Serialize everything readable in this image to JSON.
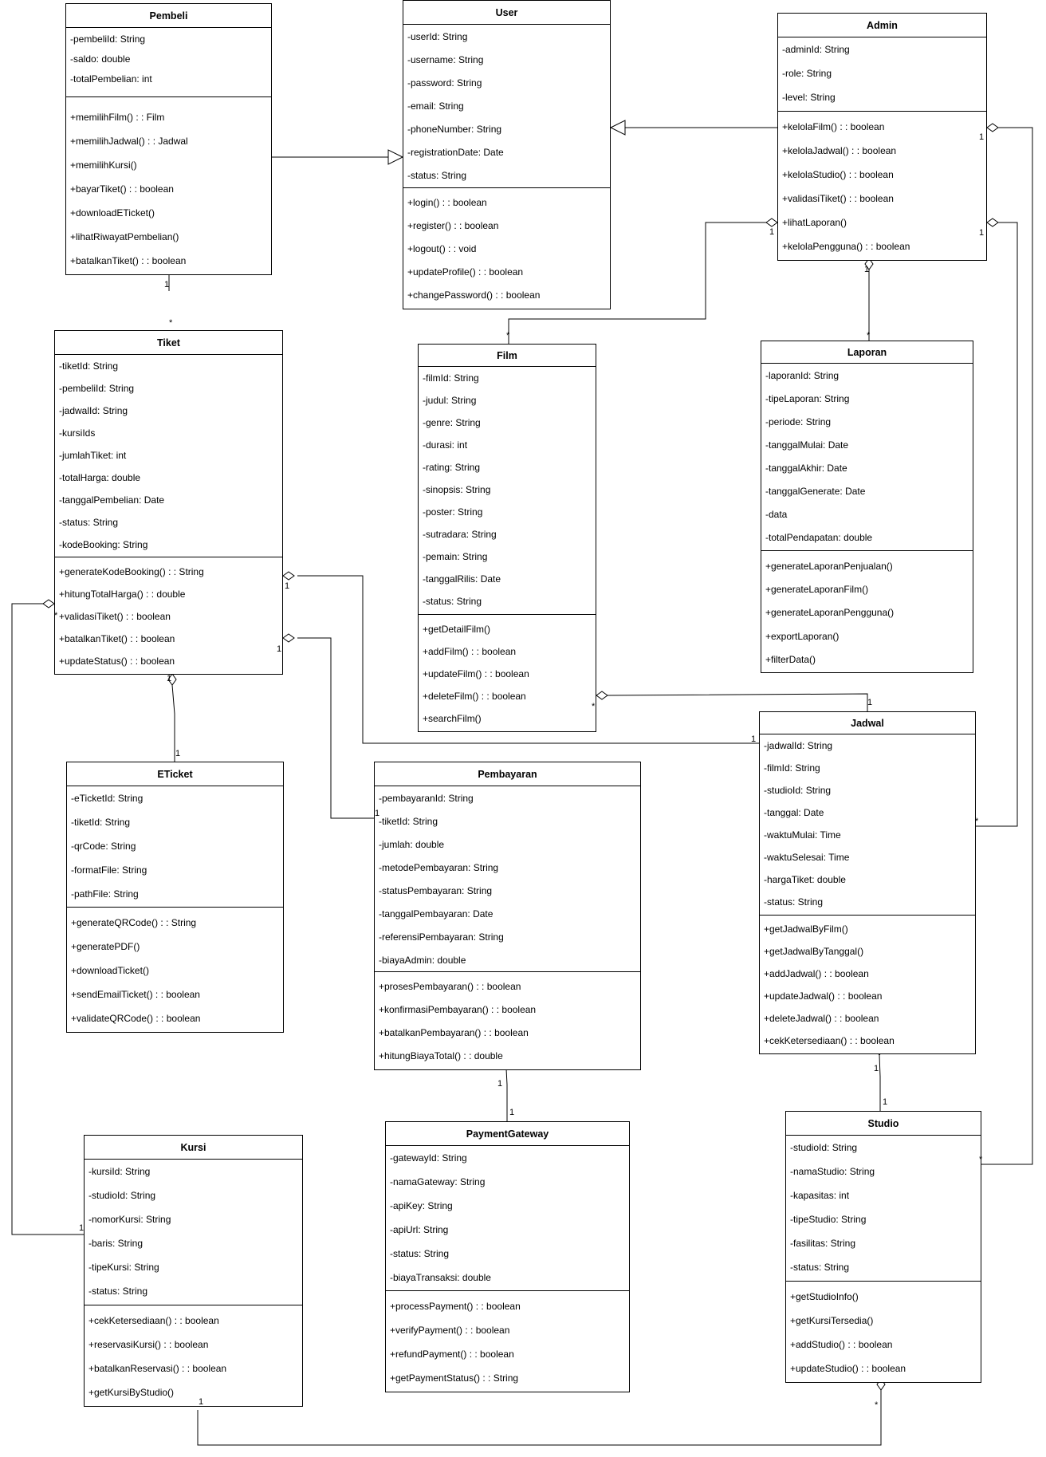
{
  "classes": [
    {
      "id": "pembeli",
      "name": "Pembeli",
      "attributes": [
        "-pembeliId: String",
        "-saldo: double",
        "-totalPembelian: int"
      ],
      "methods": [
        "+memilihFilm() : : Film",
        "+memilihJadwal() : : Jadwal",
        "+memilihKursi()",
        "+bayarTiket() : : boolean",
        "+downloadETicket()",
        "+lihatRiwayatPembelian()",
        "+batalkanTiket() : : boolean"
      ]
    },
    {
      "id": "user",
      "name": "User",
      "attributes": [
        "-userId: String",
        "-username: String",
        "-password: String",
        "-email: String",
        "-phoneNumber: String",
        "-registrationDate: Date",
        "-status: String"
      ],
      "methods": [
        "+login() : : boolean",
        "+register() : : boolean",
        "+logout() : : void",
        "+updateProfile() : : boolean",
        "+changePassword() : : boolean"
      ]
    },
    {
      "id": "admin",
      "name": "Admin",
      "attributes": [
        "-adminId: String",
        "-role: String",
        "-level: String"
      ],
      "methods": [
        "+kelolaFilm() : : boolean",
        "+kelolaJadwal() : : boolean",
        "+kelolaStudio() : : boolean",
        "+validasiTiket() : : boolean",
        "+lihatLaporan()",
        "+kelolaPengguna() : : boolean"
      ]
    },
    {
      "id": "tiket",
      "name": "Tiket",
      "attributes": [
        "-tiketId: String",
        "-pembeliId: String",
        "-jadwalId: String",
        "-kursiIds",
        "-jumlahTiket: int",
        "-totalHarga: double",
        "-tanggalPembelian: Date",
        "-status: String",
        "-kodeBooking: String"
      ],
      "methods": [
        "+generateKodeBooking() : : String",
        "+hitungTotalHarga() : : double",
        "+validasiTiket() : : boolean",
        "+batalkanTiket() : : boolean",
        "+updateStatus() : : boolean"
      ]
    },
    {
      "id": "film",
      "name": "Film",
      "attributes": [
        "-filmId: String",
        "-judul: String",
        "-genre: String",
        "-durasi: int",
        "-rating: String",
        "-sinopsis: String",
        "-poster: String",
        "-sutradara: String",
        "-pemain: String",
        "-tanggalRilis: Date",
        "-status: String"
      ],
      "methods": [
        "+getDetailFilm()",
        "+addFilm() : : boolean",
        "+updateFilm() : : boolean",
        "+deleteFilm() : : boolean",
        "+searchFilm()"
      ]
    },
    {
      "id": "laporan",
      "name": "Laporan",
      "attributes": [
        "-laporanId: String",
        "-tipeLaporan: String",
        "-periode: String",
        "-tanggalMulai: Date",
        "-tanggalAkhir: Date",
        "-tanggalGenerate: Date",
        "-data",
        "-totalPendapatan: double"
      ],
      "methods": [
        "+generateLaporanPenjualan()",
        "+generateLaporanFilm()",
        "+generateLaporanPengguna()",
        "+exportLaporan()",
        "+filterData()"
      ]
    },
    {
      "id": "jadwal",
      "name": "Jadwal",
      "attributes": [
        "-jadwalId: String",
        "-filmId: String",
        "-studioId: String",
        "-tanggal: Date",
        "-waktuMulai: Time",
        "-waktuSelesai: Time",
        "-hargaTiket: double",
        "-status: String"
      ],
      "methods": [
        "+getJadwalByFilm()",
        "+getJadwalByTanggal()",
        "+addJadwal() : : boolean",
        "+updateJadwal() : : boolean",
        "+deleteJadwal() : : boolean",
        "+cekKetersediaan() : : boolean"
      ]
    },
    {
      "id": "eticket",
      "name": "ETicket",
      "attributes": [
        "-eTicketId: String",
        "-tiketId: String",
        "-qrCode: String",
        "-formatFile: String",
        "-pathFile: String"
      ],
      "methods": [
        "+generateQRCode() : : String",
        "+generatePDF()",
        "+downloadTicket()",
        "+sendEmailTicket() : : boolean",
        "+validateQRCode() : : boolean"
      ]
    },
    {
      "id": "pembayaran",
      "name": "Pembayaran",
      "attributes": [
        "-pembayaranId: String",
        "-tiketId: String",
        "-jumlah: double",
        "-metodePembayaran: String",
        "-statusPembayaran: String",
        "-tanggalPembayaran: Date",
        "-referensiPembayaran: String",
        "-biayaAdmin: double"
      ],
      "methods": [
        "+prosesPembayaran() : : boolean",
        "+konfirmasiPembayaran() : : boolean",
        "+batalkanPembayaran() : : boolean",
        "+hitungBiayaTotal() : : double"
      ]
    },
    {
      "id": "kursi",
      "name": "Kursi",
      "attributes": [
        "-kursiId: String",
        "-studioId: String",
        "-nomorKursi: String",
        "-baris: String",
        "-tipeKursi: String",
        "-status: String"
      ],
      "methods": [
        "+cekKetersediaan() : : boolean",
        "+reservasiKursi() : : boolean",
        "+batalkanReservasi() : : boolean",
        "+getKursiByStudio()"
      ]
    },
    {
      "id": "paymentgateway",
      "name": "PaymentGateway",
      "attributes": [
        "-gatewayId: String",
        "-namaGateway: String",
        "-apiKey: String",
        "-apiUrl: String",
        "-status: String",
        "-biayaTransaksi: double"
      ],
      "methods": [
        "+processPayment() : : boolean",
        "+verifyPayment() : : boolean",
        "+refundPayment() : : boolean",
        "+getPaymentStatus() : : String"
      ]
    },
    {
      "id": "studio",
      "name": "Studio",
      "attributes": [
        "-studioId: String",
        "-namaStudio: String",
        "-kapasitas: int",
        "-tipeStudio: String",
        "-fasilitas: String",
        "-status: String"
      ],
      "methods": [
        "+getStudioInfo()",
        "+getKursiTersedia()",
        "+addStudio() : : boolean",
        "+updateStudio() : : boolean"
      ]
    }
  ],
  "relations": [
    {
      "from": "pembeli",
      "to": "user",
      "type": "generalization"
    },
    {
      "from": "admin",
      "to": "user",
      "type": "generalization"
    },
    {
      "from": "pembeli",
      "to": "tiket",
      "type": "aggregation",
      "whole_mult": "1",
      "part_mult": "*"
    },
    {
      "from": "admin",
      "to": "film",
      "type": "aggregation",
      "whole_mult": "1",
      "part_mult": "*"
    },
    {
      "from": "admin",
      "to": "laporan",
      "type": "aggregation",
      "whole_mult": "1",
      "part_mult": "*"
    },
    {
      "from": "admin",
      "to": "jadwal",
      "type": "aggregation",
      "whole_mult": "1",
      "part_mult": "*"
    },
    {
      "from": "admin",
      "to": "studio",
      "type": "aggregation",
      "whole_mult": "1",
      "part_mult": "*"
    },
    {
      "from": "tiket",
      "to": "eticket",
      "type": "aggregation",
      "whole_mult": "1",
      "part_mult": "1"
    },
    {
      "from": "tiket",
      "to": "jadwal",
      "type": "aggregation",
      "whole_mult": "1",
      "part_mult": "1"
    },
    {
      "from": "tiket",
      "to": "pembayaran",
      "type": "aggregation",
      "whole_mult": "1",
      "part_mult": "1"
    },
    {
      "from": "tiket",
      "to": "kursi",
      "type": "aggregation",
      "whole_mult": "1",
      "part_mult": "*"
    },
    {
      "from": "film",
      "to": "jadwal",
      "type": "aggregation",
      "whole_mult": "1",
      "part_mult": "*"
    },
    {
      "from": "pembayaran",
      "to": "paymentgateway",
      "type": "aggregation",
      "whole_mult": "1",
      "part_mult": "1"
    },
    {
      "from": "jadwal",
      "to": "studio",
      "type": "aggregation",
      "whole_mult": "1",
      "part_mult": "1"
    },
    {
      "from": "studio",
      "to": "kursi",
      "type": "aggregation",
      "whole_mult": "1",
      "part_mult": "*"
    }
  ]
}
